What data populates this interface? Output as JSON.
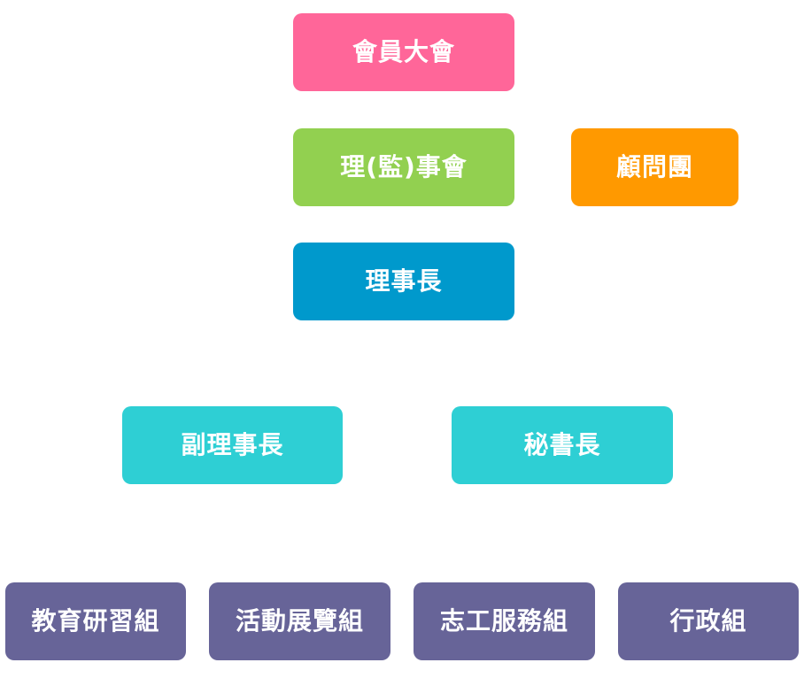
{
  "org_chart": {
    "nodes": [
      {
        "id": "general-assembly",
        "label": "會員大會",
        "color": "#ff6699"
      },
      {
        "id": "board",
        "label": "理(監)事會",
        "color": "#92d050"
      },
      {
        "id": "advisory",
        "label": "顧問團",
        "color": "#ff9900"
      },
      {
        "id": "chairman",
        "label": "理事長",
        "color": "#0099cc"
      },
      {
        "id": "vice-chairman",
        "label": "副理事長",
        "color": "#2ecfd4"
      },
      {
        "id": "secretary-general",
        "label": "秘書長",
        "color": "#2ecfd4"
      },
      {
        "id": "education-group",
        "label": "教育研習組",
        "color": "#676498"
      },
      {
        "id": "exhibition-group",
        "label": "活動展覽組",
        "color": "#676498"
      },
      {
        "id": "volunteer-group",
        "label": "志工服務組",
        "color": "#676498"
      },
      {
        "id": "admin-group",
        "label": "行政組",
        "color": "#676498"
      }
    ]
  }
}
